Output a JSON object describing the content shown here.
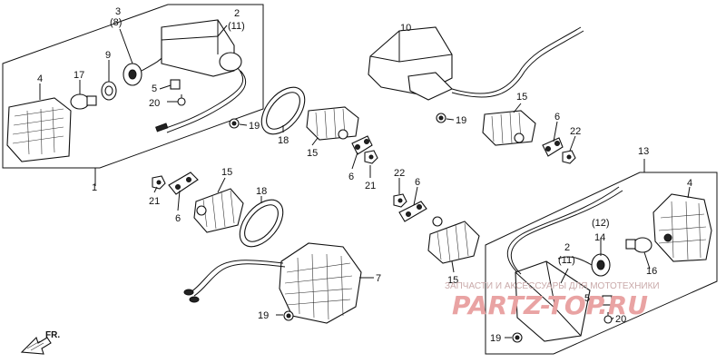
{
  "callouts": {
    "c1": "1",
    "c2a": "2",
    "c11a": "(11)",
    "c3": "3",
    "c8": "(8)",
    "c4a": "4",
    "c17": "17",
    "c9": "9",
    "c5a": "5",
    "c20a": "20",
    "c19a": "19",
    "c18a": "18",
    "c15a": "15",
    "c6a": "6",
    "c21a": "21",
    "c10": "10",
    "c19b": "19",
    "c15b": "15",
    "c6b": "6",
    "c22a": "22",
    "c13": "13",
    "c21b": "21",
    "c6c": "6",
    "c15c": "15",
    "c18b": "18",
    "c22b": "22",
    "c6d": "6",
    "c15d": "15",
    "c7": "7",
    "c19c": "19",
    "c4b": "4",
    "c12": "(12)",
    "c14": "14",
    "c2b": "2",
    "c11b": "(11)",
    "c16": "16",
    "c5b": "5",
    "c20b": "20",
    "c19d": "19"
  },
  "direction_label": "FR.",
  "watermark": {
    "tagline": "ЗАПЧАСТИ И АКСЕССУАРЫ ДЛЯ МОТОТЕХНИКИ",
    "brand": "PARTZ-TOP.RU"
  }
}
